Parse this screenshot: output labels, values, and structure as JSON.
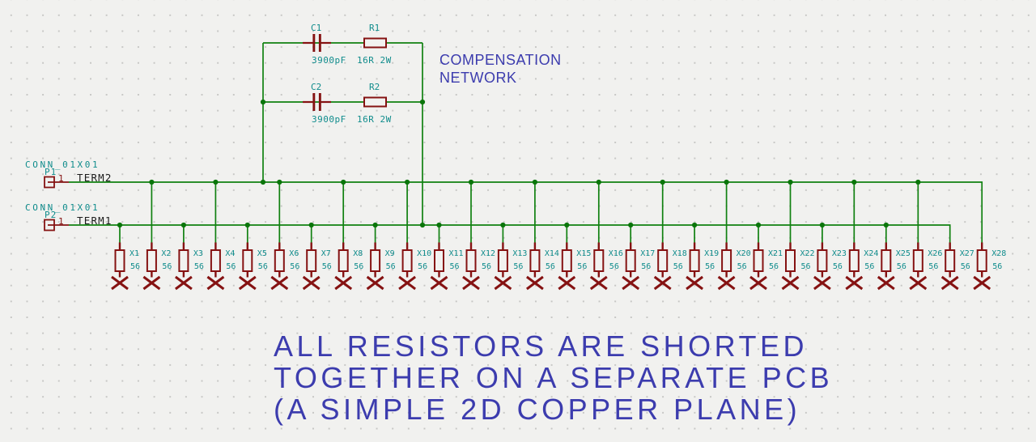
{
  "colors": {
    "wire": "#118111",
    "junction": "#0a750a",
    "component": "#851212",
    "field": "#108c8c",
    "net_label": "#1c1c1c",
    "note": "#3c3cae",
    "body_fill": "#f2f2f0"
  },
  "compensation_network": {
    "title_line1": "COMPENSATION",
    "title_line2": "NETWORK",
    "branches": [
      {
        "cap_ref": "C1",
        "cap_value": "3900pF",
        "res_ref": "R1",
        "res_value": "16R 2W"
      },
      {
        "cap_ref": "C2",
        "cap_value": "3900pF",
        "res_ref": "R2",
        "res_value": "16R 2W"
      }
    ]
  },
  "connectors": [
    {
      "part": "CONN_01X01",
      "ref": "P1",
      "pin": "1",
      "net": "TERM2"
    },
    {
      "part": "CONN_01X01",
      "ref": "P2",
      "pin": "1",
      "net": "TERM1"
    }
  ],
  "resistor_bank": {
    "value": "56",
    "refs": [
      "X1",
      "X2",
      "X3",
      "X4",
      "X5",
      "X6",
      "X7",
      "X8",
      "X9",
      "X10",
      "X11",
      "X12",
      "X13",
      "X14",
      "X15",
      "X16",
      "X17",
      "X18",
      "X19",
      "X20",
      "X21",
      "X22",
      "X23",
      "X24",
      "X25",
      "X26",
      "X27",
      "X28"
    ]
  },
  "notes": [
    "ALL RESISTORS ARE SHORTED",
    "TOGETHER ON A SEPARATE PCB",
    "(A SIMPLE 2D COPPER PLANE)"
  ]
}
